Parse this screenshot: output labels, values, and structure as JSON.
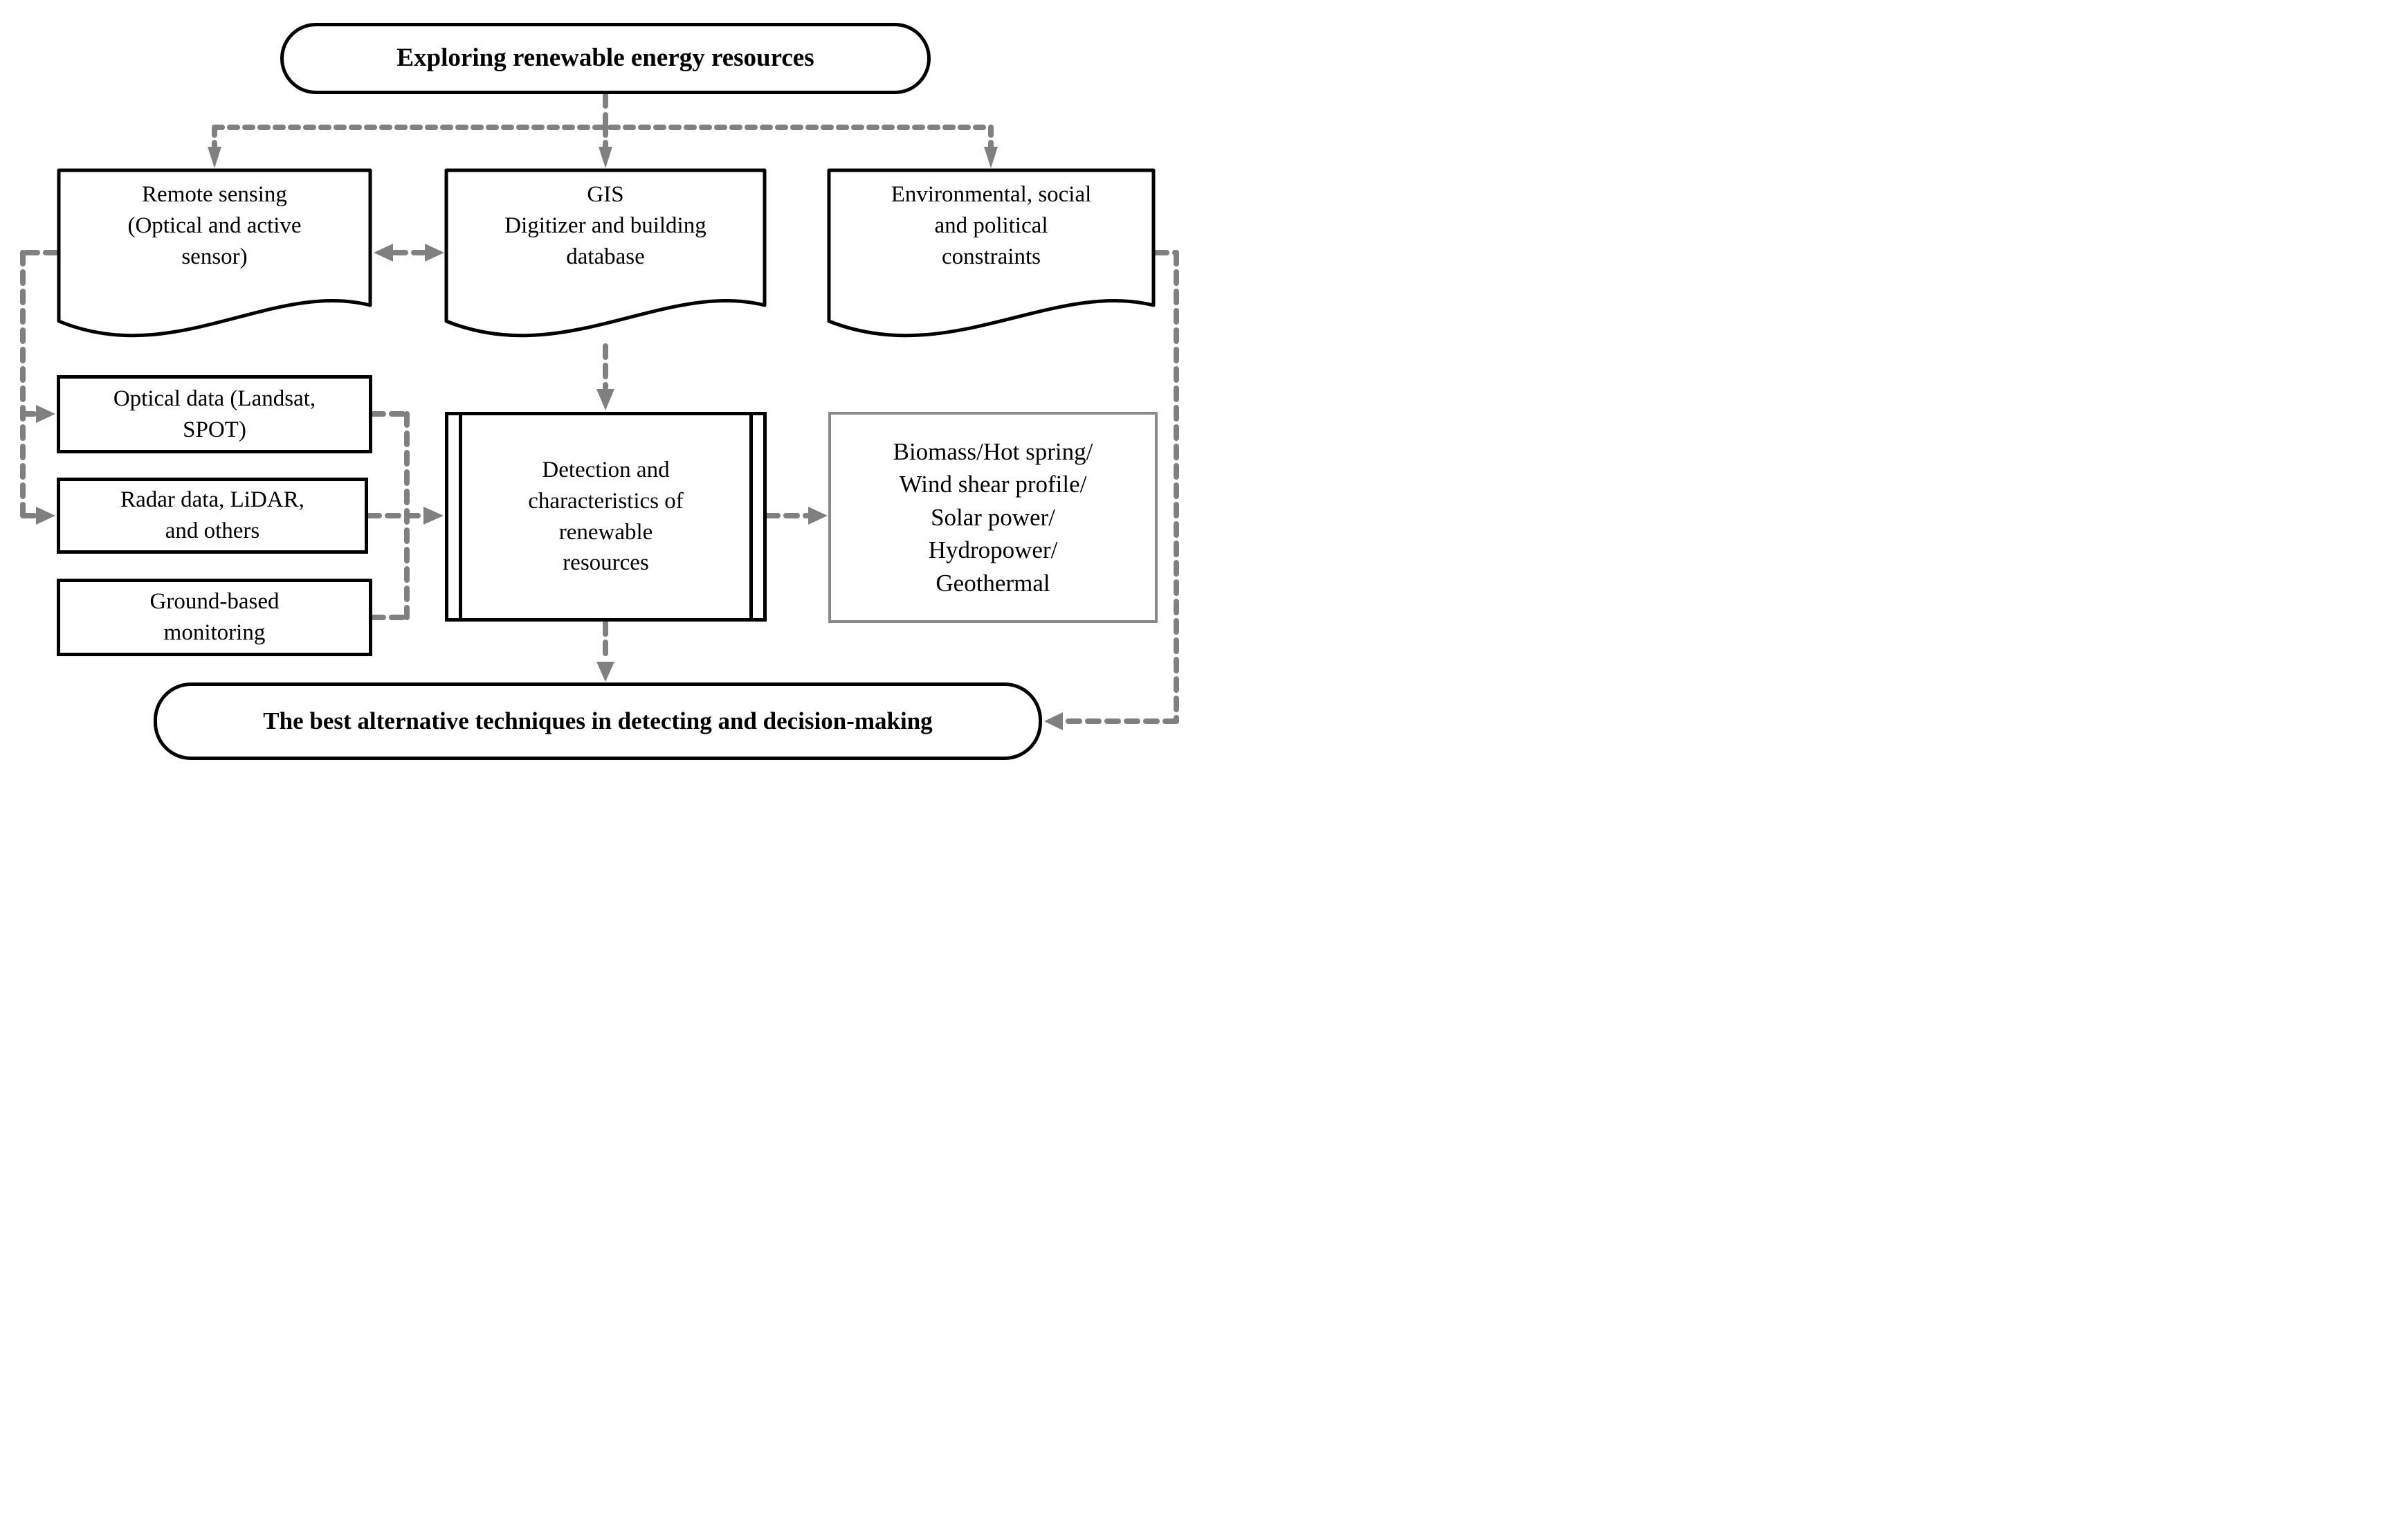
{
  "diagram_title": "Exploring renewable energy resources flowchart",
  "colors": {
    "connector": "#808080",
    "node_border": "#000000",
    "results_border": "#8a8a8a",
    "background": "#ffffff",
    "text": "#000000"
  },
  "nodes": {
    "title": {
      "shape": "terminal",
      "label": "Exploring renewable energy resources"
    },
    "remote_sensing": {
      "shape": "document",
      "label": "Remote sensing\n(Optical and active\nsensor)"
    },
    "gis": {
      "shape": "document",
      "label": "GIS\nDigitizer and building\ndatabase"
    },
    "constraints": {
      "shape": "document",
      "label": "Environmental, social\nand political\nconstraints"
    },
    "optical_data": {
      "shape": "rectangle",
      "label": "Optical data (Landsat,\nSPOT)"
    },
    "radar_data": {
      "shape": "rectangle",
      "label": "Radar data, LiDAR,\nand others"
    },
    "ground_monitoring": {
      "shape": "rectangle",
      "label": "Ground-based\nmonitoring"
    },
    "detection": {
      "shape": "predefined-process",
      "label": "Detection and\ncharacteristics of\nrenewable\nresources"
    },
    "resources": {
      "shape": "rectangle-gray",
      "label": "Biomass/Hot spring/\nWind shear profile/\nSolar power/\nHydropower/\nGeothermal"
    },
    "best_alternative": {
      "shape": "terminal",
      "label": "The best alternative techniques in detecting and decision-making"
    }
  },
  "edges": [
    {
      "from": "title",
      "to": "remote_sensing",
      "style": "dashed-arrow"
    },
    {
      "from": "title",
      "to": "gis",
      "style": "dashed-arrow"
    },
    {
      "from": "title",
      "to": "constraints",
      "style": "dashed-arrow"
    },
    {
      "from": "remote_sensing",
      "to": "gis",
      "style": "dashed-double-arrow"
    },
    {
      "from": "remote_sensing",
      "to": "optical_data",
      "style": "dashed-arrow"
    },
    {
      "from": "remote_sensing",
      "to": "radar_data",
      "style": "dashed-arrow"
    },
    {
      "from": "optical_data",
      "to": "detection",
      "style": "dashed-arrow"
    },
    {
      "from": "radar_data",
      "to": "detection",
      "style": "dashed-arrow"
    },
    {
      "from": "ground_monitoring",
      "to": "detection",
      "style": "dashed-arrow"
    },
    {
      "from": "gis",
      "to": "detection",
      "style": "dashed-arrow"
    },
    {
      "from": "detection",
      "to": "resources",
      "style": "dashed-arrow"
    },
    {
      "from": "detection",
      "to": "best_alternative",
      "style": "dashed-arrow"
    },
    {
      "from": "constraints",
      "to": "best_alternative",
      "style": "dashed-arrow"
    }
  ]
}
